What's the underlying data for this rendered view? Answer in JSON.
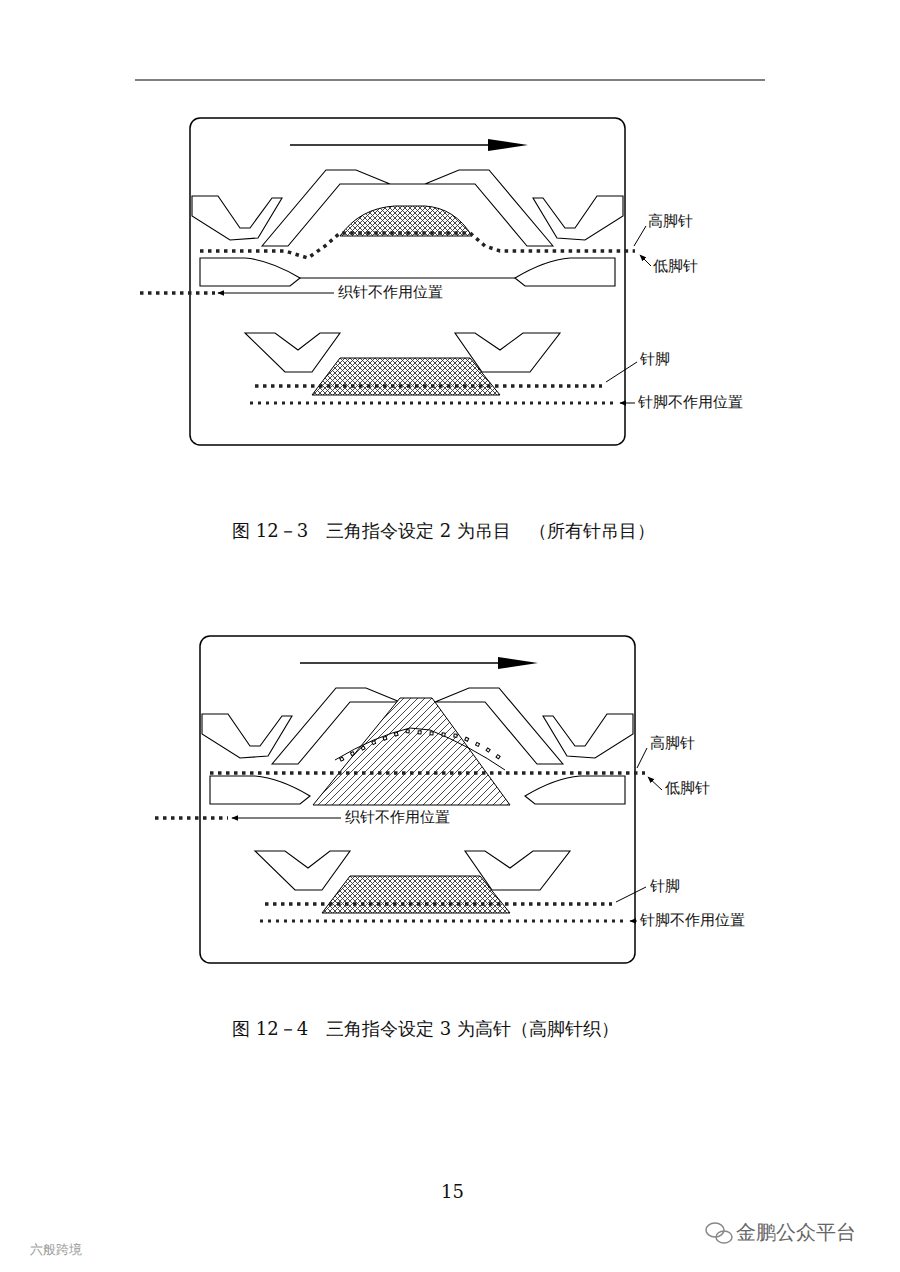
{
  "diagram": {
    "labels": [
      "高脚针",
      "低脚针",
      "织针不作用位置",
      "针脚",
      "针脚不作用位置",
      "图 12－3　三角指令设定 2 为吊目　（所有针吊目）",
      "高脚针",
      "低脚针",
      "织针不作用位置",
      "针脚",
      "针脚不作用位置",
      "图 12－4　三角指令设定 3 为高针（高脚针织）",
      "15",
      "金鹏公众平台",
      "六般跨境"
    ]
  }
}
